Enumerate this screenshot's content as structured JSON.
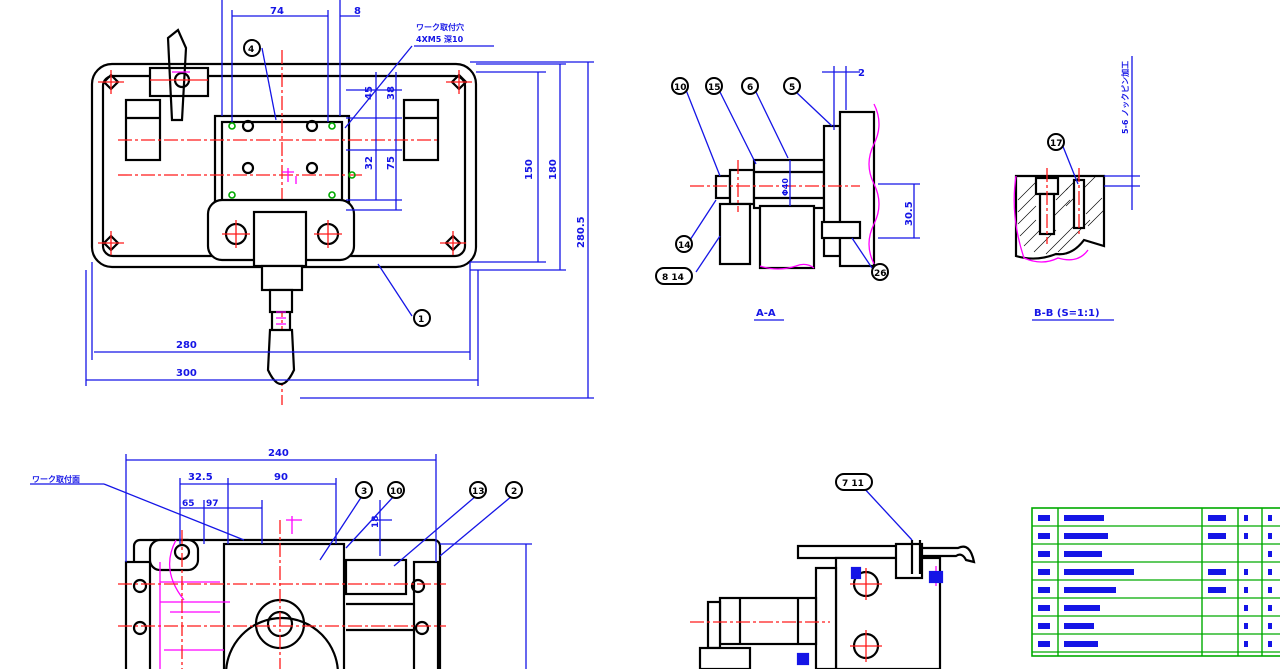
{
  "front_view": {
    "dims": {
      "d74": "74",
      "d8": "8",
      "d150": "150",
      "d180": "180",
      "d2805": "280.5",
      "d280": "280",
      "d300": "300",
      "d45": "45",
      "d38": "38",
      "d32": "32",
      "d75": "75"
    },
    "note_line1": "ワーク取付穴",
    "note_line2": "4XM5 深10",
    "balloons": {
      "b4": "4",
      "b1": "1"
    }
  },
  "section_aa": {
    "label": "A-A",
    "dims": {
      "d2": "2",
      "d305": "30.5",
      "d40": "Φ40"
    },
    "balloons": {
      "b10": "10",
      "b15": "15",
      "b6": "6",
      "b5": "5",
      "b14": "14",
      "b8_14": "8 14",
      "b26": "26"
    }
  },
  "section_bb": {
    "label": "B-B (S=1:1)",
    "note": "5-6 ノックピン加工",
    "balloons": {
      "b17": "17"
    }
  },
  "bottom_view": {
    "dims": {
      "d240": "240",
      "d325": "32.5",
      "d90": "90",
      "d65": "65",
      "d97": "97",
      "d18": "18"
    },
    "note": "ワーク取付面",
    "balloons": {
      "b3": "3",
      "b10": "10",
      "b13": "13",
      "b2": "2"
    }
  },
  "side_view": {
    "balloons": {
      "b7_11": "7 11"
    }
  },
  "parts_table": {
    "rows": 8,
    "line_color": "#00aa00",
    "text_color": "#1515e6"
  }
}
